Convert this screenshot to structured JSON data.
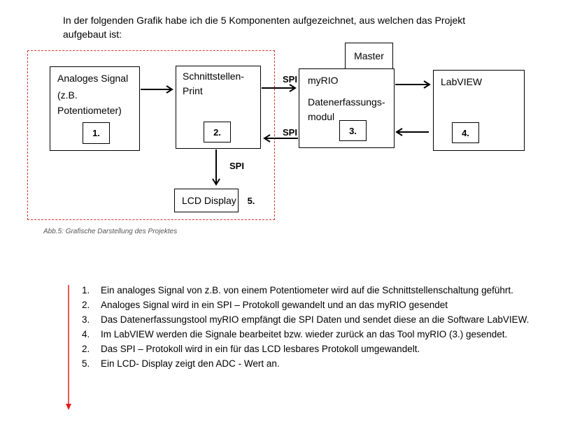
{
  "intro_text": "In der folgenden Grafik habe ich die 5 Komponenten  aufgezeichnet, aus welchen das Projekt aufgebaut ist:",
  "boxes": {
    "analog": {
      "line1": "Analoges Signal",
      "line2": "(z.B.",
      "line3": "Potentiometer)",
      "number": "1."
    },
    "schnitt": {
      "line1": "Schnittstellen-",
      "line2": "Print",
      "number": "2."
    },
    "myrio": {
      "line1": "myRIO",
      "line2": "Datenerfassungs-",
      "line3": "modul",
      "number": "3."
    },
    "labview": {
      "line1": "LabVIEW",
      "number": "4."
    },
    "lcd": {
      "line1": "LCD Display",
      "number": "5."
    },
    "master": {
      "line1": "Master"
    }
  },
  "labels": {
    "spi_top": "SPI",
    "spi_bottom": "SPI",
    "spi_down": "SPI"
  },
  "caption": "Abb.5: Grafische  Darstellung des Projektes",
  "list": [
    {
      "n": "1.",
      "text": "Ein analoges Signal von z.B. von einem Potentiometer  wird auf die Schnittstellenschaltung geführt."
    },
    {
      "n": "2.",
      "text": "Analoges Signal wird in ein SPI – Protokoll  gewandelt und an das myRIO gesendet"
    },
    {
      "n": "3.",
      "text": "Das Datenerfassungstool  myRIO empfängt die SPI Daten und sendet diese an die Software LabVIEW."
    },
    {
      "n": "4.",
      "text": "Im LabVIEW werden die Signale bearbeitet bzw.  wieder zurück an das Tool myRIO (3.) gesendet."
    },
    {
      "n": "2.",
      "text": "Das SPI – Protokoll  wird in ein für das LCD lesbares Protokoll  umgewandelt."
    },
    {
      "n": "5.",
      "text": "Ein LCD- Display zeigt den ADC - Wert an."
    }
  ],
  "colors": {
    "dashed_border": "#d9342b",
    "side_arrow": "#e0201c"
  }
}
